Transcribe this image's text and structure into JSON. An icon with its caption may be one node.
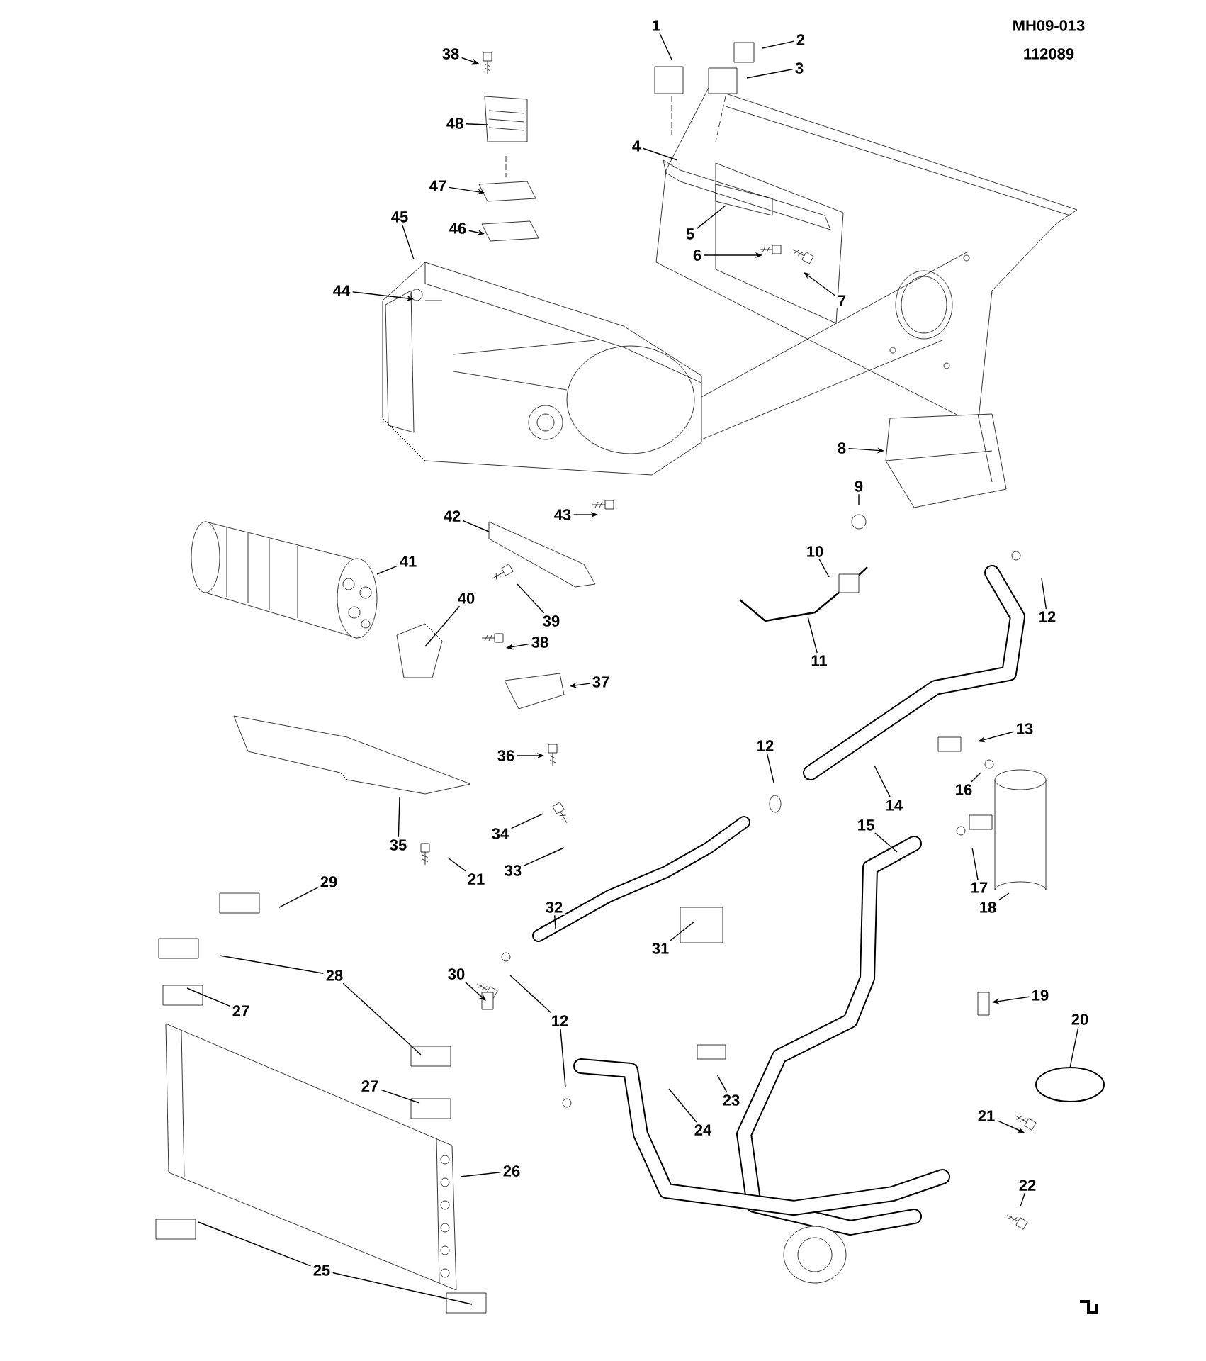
{
  "diagram": {
    "nodes": [
      {
        "text": [
          "38"
        ]
      },
      {
        "text": [
          "1"
        ]
      },
      {
        "text": [
          "2"
        ]
      },
      {
        "text": [
          "3"
        ]
      },
      {
        "text": [
          "48"
        ]
      },
      {
        "text": [
          "4"
        ]
      },
      {
        "text": [
          "47"
        ]
      },
      {
        "text": [
          "45"
        ]
      },
      {
        "text": [
          "46"
        ]
      },
      {
        "text": [
          "5"
        ]
      },
      {
        "text": [
          "6"
        ]
      },
      {
        "text": [
          "44"
        ]
      },
      {
        "text": [
          "7"
        ]
      },
      {
        "text": [
          "8"
        ]
      },
      {
        "text": [
          "9"
        ]
      },
      {
        "text": [
          "42"
        ]
      },
      {
        "text": [
          "43"
        ]
      },
      {
        "text": [
          "10"
        ]
      },
      {
        "text": [
          "41"
        ]
      },
      {
        "text": [
          "12"
        ]
      },
      {
        "text": [
          "39"
        ]
      },
      {
        "text": [
          "40"
        ]
      },
      {
        "text": [
          "38"
        ]
      },
      {
        "text": [
          "11"
        ]
      },
      {
        "text": [
          "37"
        ]
      },
      {
        "text": [
          "13"
        ]
      },
      {
        "text": [
          "36"
        ]
      },
      {
        "text": [
          "12"
        ]
      },
      {
        "text": [
          "16"
        ]
      },
      {
        "text": [
          "14"
        ]
      },
      {
        "text": [
          "15"
        ]
      },
      {
        "text": [
          "34"
        ]
      },
      {
        "text": [
          "35"
        ]
      },
      {
        "text": [
          "33"
        ]
      },
      {
        "text": [
          "21"
        ]
      },
      {
        "text": [
          "29"
        ]
      },
      {
        "text": [
          "17"
        ]
      },
      {
        "text": [
          "18"
        ]
      },
      {
        "text": [
          "32"
        ]
      },
      {
        "text": [
          "31"
        ]
      },
      {
        "text": [
          "28"
        ]
      },
      {
        "text": [
          "30"
        ]
      },
      {
        "text": [
          "19"
        ]
      },
      {
        "text": [
          "27"
        ]
      },
      {
        "text": [
          "12"
        ]
      },
      {
        "text": [
          "20"
        ]
      },
      {
        "text": [
          "27"
        ]
      },
      {
        "text": [
          "23"
        ]
      },
      {
        "text": [
          "21"
        ]
      },
      {
        "text": [
          "24"
        ]
      },
      {
        "text": [
          "26"
        ]
      },
      {
        "text": [
          "22"
        ]
      },
      {
        "text": [
          "25"
        ]
      }
    ],
    "edges": [
      {
        "from": 0,
        "to": null,
        "arrow": "to"
      },
      {
        "from": 1,
        "to": null,
        "arrow": "none"
      },
      {
        "from": 2,
        "to": null,
        "arrow": "none"
      },
      {
        "from": 3,
        "to": null,
        "arrow": "none"
      },
      {
        "from": 4,
        "to": null,
        "arrow": "none"
      },
      {
        "from": 5,
        "to": null,
        "arrow": "none"
      },
      {
        "from": 6,
        "to": null,
        "arrow": "to"
      },
      {
        "from": 7,
        "to": null,
        "arrow": "none"
      },
      {
        "from": 8,
        "to": null,
        "arrow": "to"
      },
      {
        "from": 9,
        "to": null,
        "arrow": "none"
      },
      {
        "from": 10,
        "to": null,
        "arrow": "to"
      },
      {
        "from": 11,
        "to": null,
        "arrow": "to"
      },
      {
        "from": 12,
        "to": null,
        "arrow": "to"
      },
      {
        "from": 13,
        "to": null,
        "arrow": "to"
      },
      {
        "from": 14,
        "to": null,
        "arrow": "none"
      },
      {
        "from": 15,
        "to": null,
        "arrow": "none"
      },
      {
        "from": 16,
        "to": null,
        "arrow": "to"
      },
      {
        "from": 17,
        "to": null,
        "arrow": "none"
      },
      {
        "from": 18,
        "to": null,
        "arrow": "none"
      },
      {
        "from": 19,
        "to": null,
        "arrow": "none"
      },
      {
        "from": 20,
        "to": null,
        "arrow": "none"
      },
      {
        "from": 21,
        "to": null,
        "arrow": "none"
      },
      {
        "from": 22,
        "to": null,
        "arrow": "to"
      },
      {
        "from": 23,
        "to": null,
        "arrow": "none"
      },
      {
        "from": 24,
        "to": null,
        "arrow": "to"
      },
      {
        "from": 25,
        "to": null,
        "arrow": "to"
      },
      {
        "from": 26,
        "to": null,
        "arrow": "to"
      },
      {
        "from": 27,
        "to": null,
        "arrow": "none"
      },
      {
        "from": 28,
        "to": null,
        "arrow": "none"
      },
      {
        "from": 29,
        "to": null,
        "arrow": "none"
      },
      {
        "from": 30,
        "to": null,
        "arrow": "none"
      },
      {
        "from": 31,
        "to": null,
        "arrow": "none"
      },
      {
        "from": 32,
        "to": null,
        "arrow": "none"
      },
      {
        "from": 33,
        "to": null,
        "arrow": "none"
      },
      {
        "from": 34,
        "to": null,
        "arrow": "none"
      },
      {
        "from": 35,
        "to": null,
        "arrow": "none"
      },
      {
        "from": 36,
        "to": null,
        "arrow": "none"
      },
      {
        "from": 37,
        "to": null,
        "arrow": "none"
      },
      {
        "from": 38,
        "to": null,
        "arrow": "none"
      },
      {
        "from": 39,
        "to": null,
        "arrow": "none"
      },
      {
        "from": 40,
        "to": null,
        "arrow": "none"
      },
      {
        "from": 40,
        "to": null,
        "arrow": "none"
      },
      {
        "from": 41,
        "to": null,
        "arrow": "to"
      },
      {
        "from": 42,
        "to": null,
        "arrow": "to"
      },
      {
        "from": 43,
        "to": null,
        "arrow": "none"
      },
      {
        "from": 44,
        "to": null,
        "arrow": "none"
      },
      {
        "from": 44,
        "to": null,
        "arrow": "none"
      },
      {
        "from": 45,
        "to": null,
        "arrow": "none"
      },
      {
        "from": 46,
        "to": null,
        "arrow": "none"
      },
      {
        "from": 47,
        "to": null,
        "arrow": "none"
      },
      {
        "from": 48,
        "to": null,
        "arrow": "to"
      },
      {
        "from": 49,
        "to": null,
        "arrow": "none"
      },
      {
        "from": 50,
        "to": null,
        "arrow": "none"
      },
      {
        "from": 51,
        "to": null,
        "arrow": "none"
      },
      {
        "from": 52,
        "to": null,
        "arrow": "none"
      },
      {
        "from": 52,
        "to": null,
        "arrow": "none"
      }
    ],
    "labels": [
      "MH09-013",
      "112089"
    ]
  }
}
